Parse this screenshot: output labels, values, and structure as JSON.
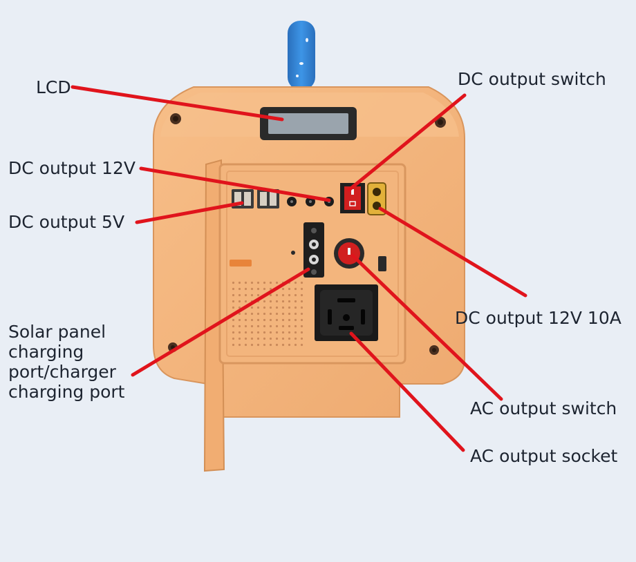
{
  "colors": {
    "background": "#e9eef5",
    "housing": "#f4b67e",
    "housing_shade": "#e8a56c",
    "panel": "#f2b47c",
    "pointer": "#e0141c",
    "antenna": "#2f7fd3",
    "lcd_frame": "#2a2a2a",
    "lcd_screen": "#9aa4ad",
    "switch_red": "#d11f1f",
    "socket_black": "#1a1a1a"
  },
  "labels": {
    "lcd": "LCD",
    "dc_output_switch": "DC output switch",
    "dc_output_12v": "DC output 12V",
    "dc_output_5v": "DC output 5V",
    "dc_output_12v_10a": "DC output 12V 10A",
    "solar_charging": [
      "Solar panel",
      "charging",
      "port/charger",
      "charging port"
    ],
    "ac_output_switch": "AC output switch",
    "ac_output_socket": "AC output socket"
  },
  "icons": {
    "antenna": "antenna-icon",
    "screw": "screw-icon",
    "usb": "usb-port-icon",
    "dc_jack": "dc-jack-icon",
    "rocker": "rocker-switch-icon",
    "xt60": "xt60-connector-icon",
    "socket": "ac-socket-icon"
  }
}
